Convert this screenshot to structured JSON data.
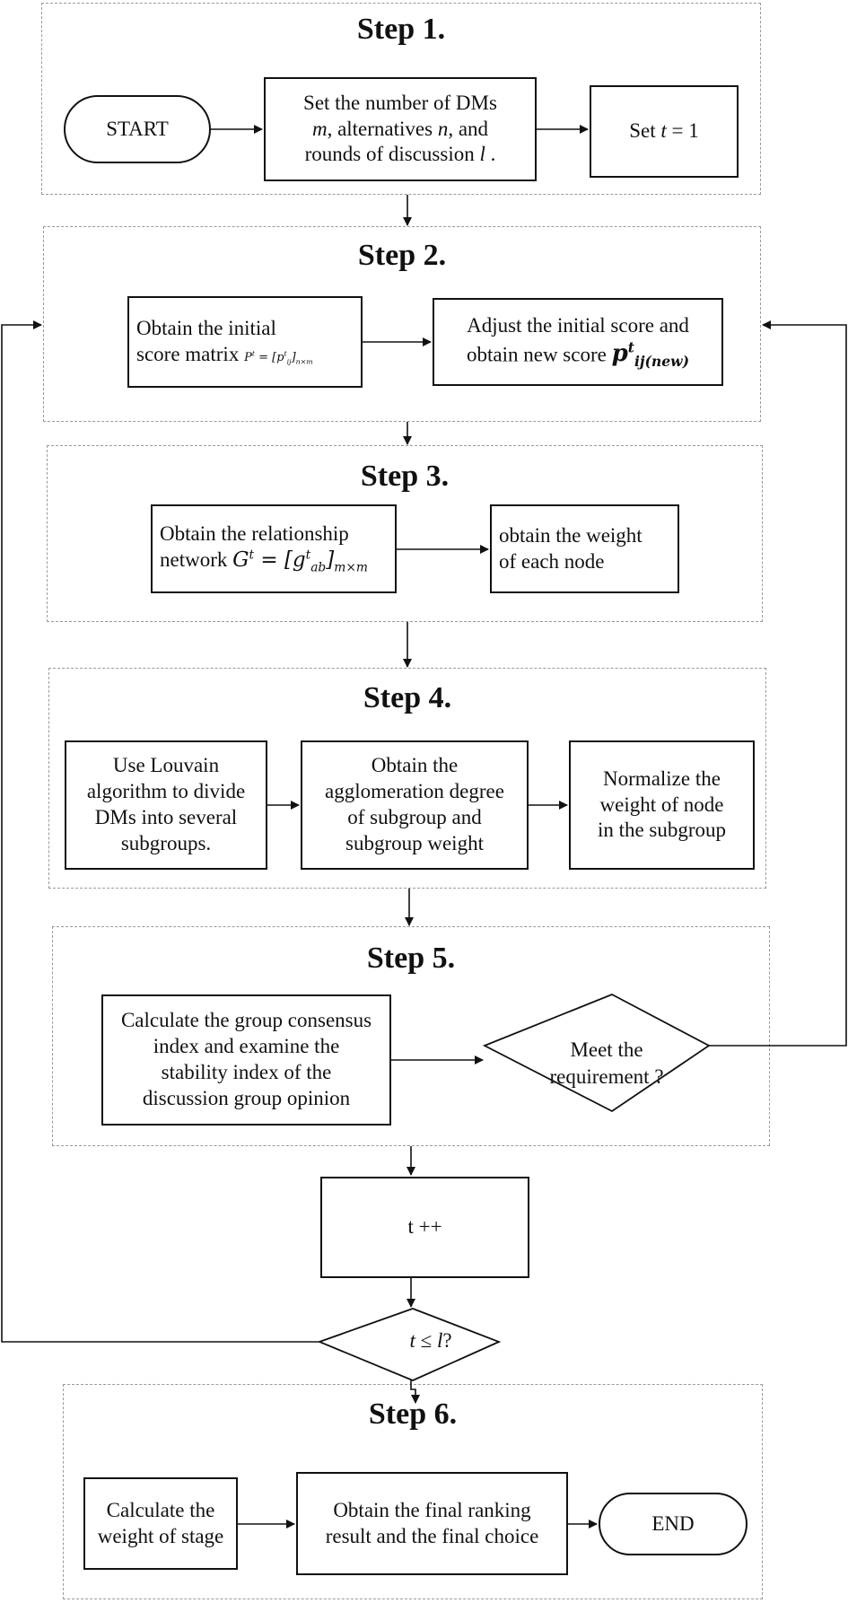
{
  "steps": [
    {
      "title": "Step 1."
    },
    {
      "title": "Step 2."
    },
    {
      "title": "Step 3."
    },
    {
      "title": "Step 4."
    },
    {
      "title": "Step 5."
    },
    {
      "title": "Step 6."
    }
  ],
  "step1": {
    "start": "START",
    "set_number": {
      "line1": "Set the number of DMs",
      "m_var": "m",
      "line2_mid": ", alternatives ",
      "n_var": "n",
      "line2_end": ", and",
      "line3": "rounds of discussion ",
      "l_var": "l",
      "line3_end": " ."
    },
    "set_t": {
      "prefix": "Set ",
      "t_var": "t",
      "suffix": " = 1"
    }
  },
  "step2": {
    "initial": {
      "line1": "Obtain the initial",
      "line2": "score matrix ",
      "formula": "P^t = [p^t_ij]_n×m"
    },
    "adjust": {
      "line1": "Adjust the initial score and",
      "line2": "obtain new score ",
      "formula": "p^t_ij(new)"
    }
  },
  "step3": {
    "network": {
      "line1": "Obtain the relationship",
      "line2": "network ",
      "formula": "G^t = [g^t_ab]_m×m"
    },
    "weight": "obtain the weight\nof each node"
  },
  "step4": {
    "louvain": "Use Louvain\nalgorithm to divide\nDMs into several\nsubgroups.",
    "agglomeration": "Obtain the\nagglomeration degree\nof subgroup  and\nsubgroup weight",
    "normalize": "Normalize the\nweight of node\nin the subgroup"
  },
  "step5": {
    "consensus": "Calculate the group consensus\nindex and examine the\nstability index of the\ndiscussion group opinion",
    "requirement": "Meet the\nrequirement ?"
  },
  "loop": {
    "increment": "t ++",
    "condition_t": "t",
    "condition_op": " ≤ ",
    "condition_l": "l",
    "condition_q": "?"
  },
  "step6": {
    "stage_weight": "Calculate the\nweight of stage",
    "final": "Obtain the final ranking\nresult and the final choice",
    "end": "END"
  }
}
